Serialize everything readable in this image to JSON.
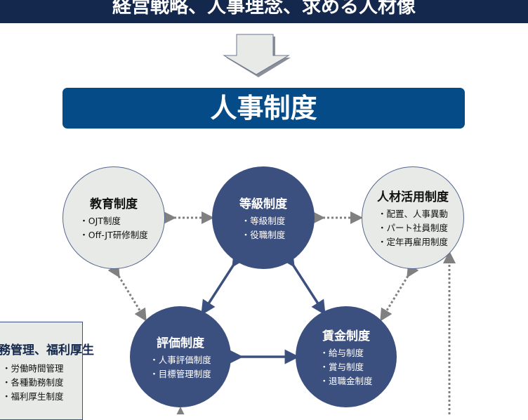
{
  "header": {
    "title": "経営戦略、人事理念、求める人材像"
  },
  "main": {
    "title": "人事制度"
  },
  "nodes": {
    "education": {
      "title": "教育制度",
      "items": [
        "・OJT制度",
        "・Off-JT研修制度"
      ]
    },
    "grade": {
      "title": "等級制度",
      "items": [
        "・等級制度",
        "・役職制度"
      ]
    },
    "talent": {
      "title": "人材活用制度",
      "items": [
        "・配置、人事異動",
        "・パート社員制度",
        "・定年再雇用制度"
      ]
    },
    "evaluation": {
      "title": "評価制度",
      "items": [
        "・人事評価制度",
        "・目標管理制度"
      ]
    },
    "wage": {
      "title": "賃金制度",
      "items": [
        "・給与制度",
        "・賞与制度",
        "・退職金制度"
      ]
    },
    "labor": {
      "title": "労務管理、福利厚生",
      "items": [
        "・労働時間管理",
        "・各種勤務制度",
        "・福利厚生制度"
      ]
    }
  },
  "colors": {
    "header": "#13284c",
    "main": "#044b88",
    "dark_node": "#3c5080",
    "light_node": "#e8eae7"
  }
}
